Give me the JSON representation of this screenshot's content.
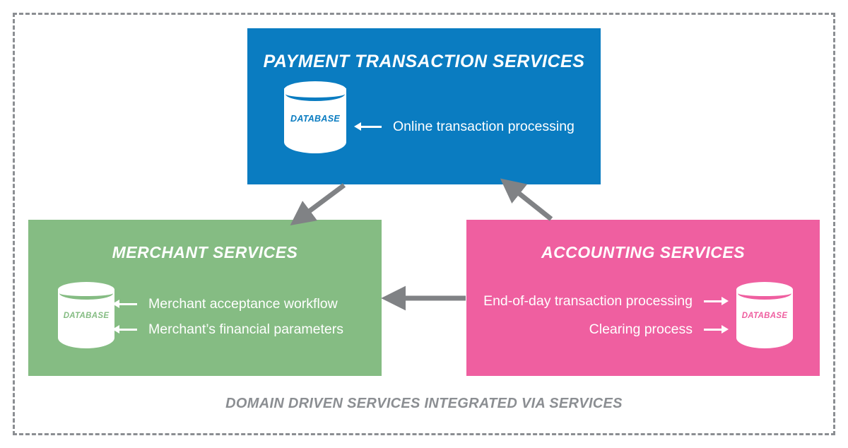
{
  "diagram": {
    "caption": "DOMAIN DRIVEN SERVICES INTEGRATED VIA SERVICES",
    "frame_border_color": "#8b8e92",
    "connector_color": "#808285"
  },
  "boxes": {
    "payment": {
      "title": "PAYMENT TRANSACTION SERVICES",
      "color": "#0a7cc1",
      "database_label": "DATABASE",
      "annotations": [
        {
          "text": "Online transaction processing",
          "arrow": "left"
        }
      ]
    },
    "merchant": {
      "title": "MERCHANT SERVICES",
      "color": "#85bc83",
      "database_label": "DATABASE",
      "annotations": [
        {
          "text": "Merchant acceptance workflow",
          "arrow": "left"
        },
        {
          "text": "Merchant’s financial parameters",
          "arrow": "left"
        }
      ]
    },
    "accounting": {
      "title": "ACCOUNTING SERVICES",
      "color": "#ef5fa0",
      "database_label": "DATABASE",
      "annotations": [
        {
          "text": "End-of-day transaction processing",
          "arrow": "right"
        },
        {
          "text": "Clearing process",
          "arrow": "right"
        }
      ]
    }
  },
  "connectors": [
    {
      "name": "payment-to-merchant",
      "from": "payment",
      "to": "merchant",
      "direction": "down-left"
    },
    {
      "name": "accounting-to-payment",
      "from": "accounting",
      "to": "payment",
      "direction": "up-left"
    },
    {
      "name": "accounting-to-merchant",
      "from": "accounting",
      "to": "merchant",
      "direction": "left"
    }
  ]
}
